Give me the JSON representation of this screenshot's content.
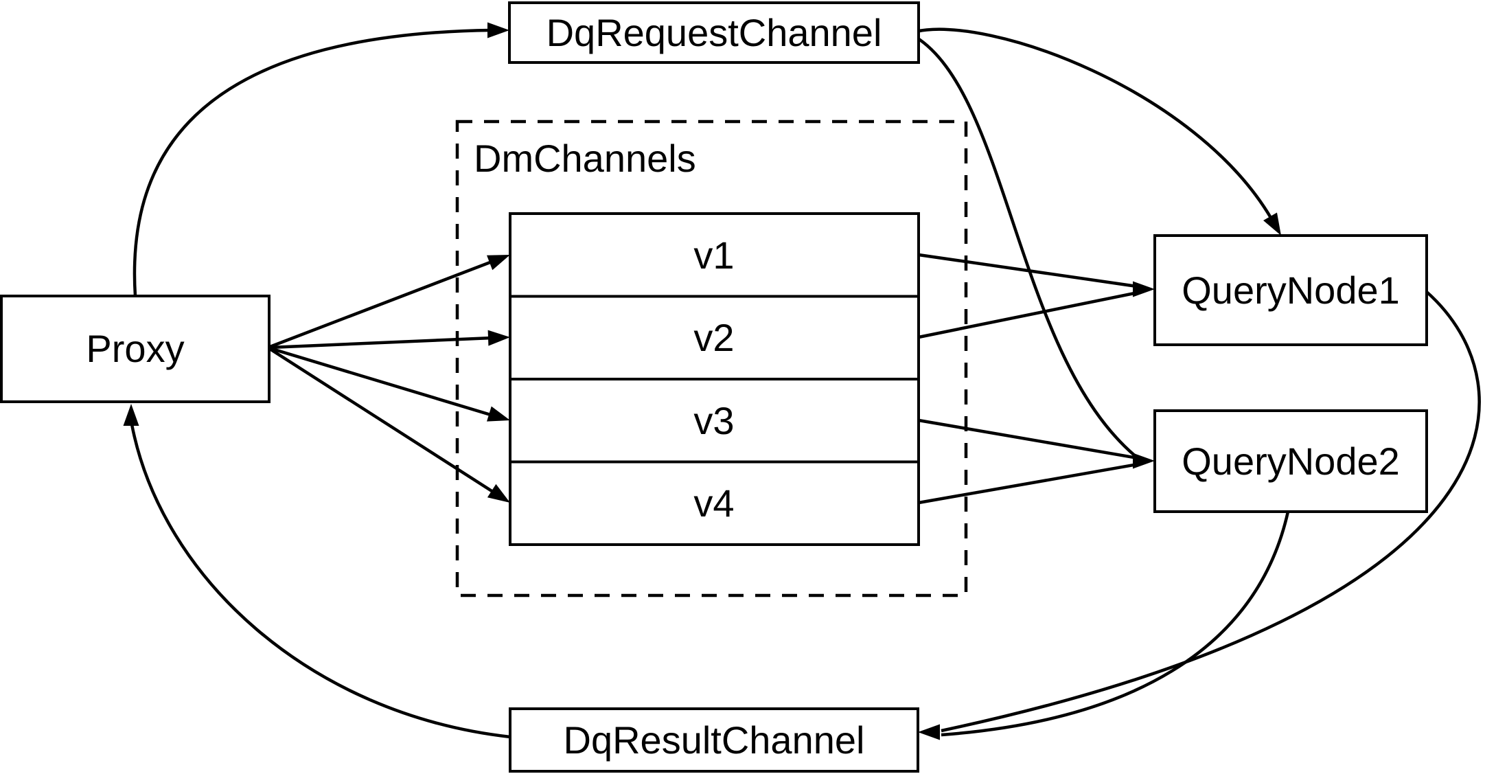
{
  "diagram": {
    "title": "query channel flow diagram",
    "background_color": "#ffffff",
    "stroke_color": "#000000",
    "nodes": {
      "proxy": {
        "label": "Proxy"
      },
      "dq_request_channel": {
        "label": "DqRequestChannel"
      },
      "dm_channels_group": {
        "label": "DmChannels"
      },
      "channel_v1": {
        "label": "v1"
      },
      "channel_v2": {
        "label": "v2"
      },
      "channel_v3": {
        "label": "v3"
      },
      "channel_v4": {
        "label": "v4"
      },
      "query_node_1": {
        "label": "QueryNode1"
      },
      "query_node_2": {
        "label": "QueryNode2"
      },
      "dq_result_channel": {
        "label": "DqResultChannel"
      }
    },
    "edges": [
      {
        "from": "Proxy",
        "to": "DqRequestChannel"
      },
      {
        "from": "Proxy",
        "to": "v1"
      },
      {
        "from": "Proxy",
        "to": "v2"
      },
      {
        "from": "Proxy",
        "to": "v3"
      },
      {
        "from": "Proxy",
        "to": "v4"
      },
      {
        "from": "DqRequestChannel",
        "to": "QueryNode1"
      },
      {
        "from": "DqRequestChannel",
        "to": "QueryNode2"
      },
      {
        "from": "v1",
        "to": "QueryNode1"
      },
      {
        "from": "v2",
        "to": "QueryNode1"
      },
      {
        "from": "v3",
        "to": "QueryNode2"
      },
      {
        "from": "v4",
        "to": "QueryNode2"
      },
      {
        "from": "QueryNode1",
        "to": "DqResultChannel"
      },
      {
        "from": "QueryNode2",
        "to": "DqResultChannel"
      },
      {
        "from": "DqResultChannel",
        "to": "Proxy"
      }
    ]
  }
}
